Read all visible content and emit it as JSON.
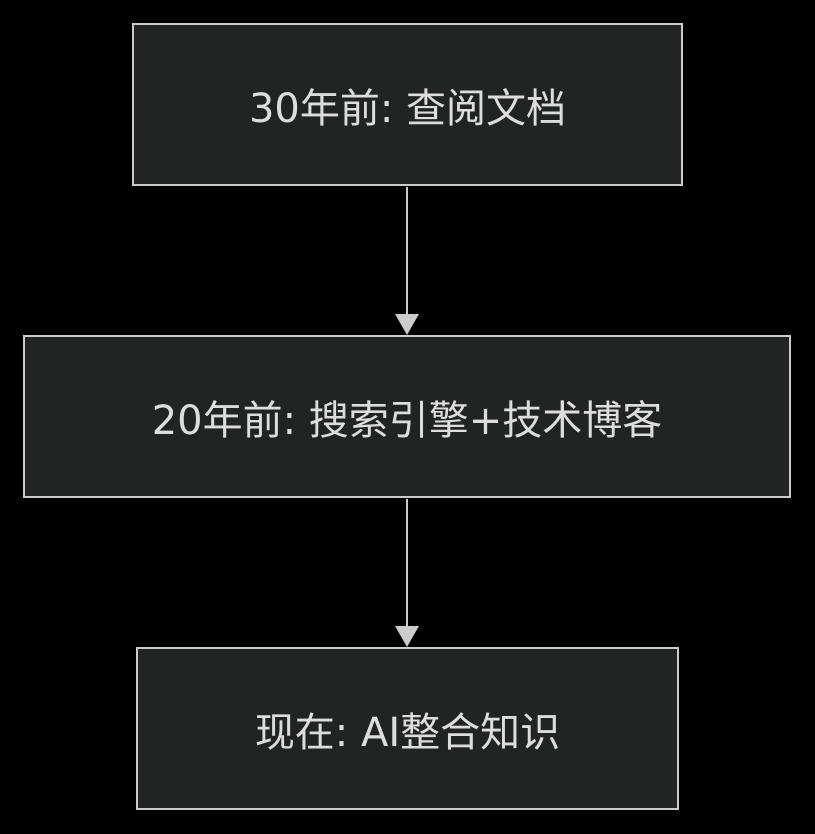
{
  "flowchart": {
    "nodes": [
      {
        "id": "n1",
        "label": "30年前: 查阅文档"
      },
      {
        "id": "n2",
        "label": "20年前: 搜索引擎+技术博客"
      },
      {
        "id": "n3",
        "label": "现在: AI整合知识"
      }
    ],
    "edges": [
      {
        "from": "n1",
        "to": "n2"
      },
      {
        "from": "n2",
        "to": "n3"
      }
    ],
    "colors": {
      "background": "#000000",
      "node_fill": "#222423",
      "node_border": "#cccccc",
      "text": "#dddddd",
      "edge": "#cccccc"
    }
  }
}
